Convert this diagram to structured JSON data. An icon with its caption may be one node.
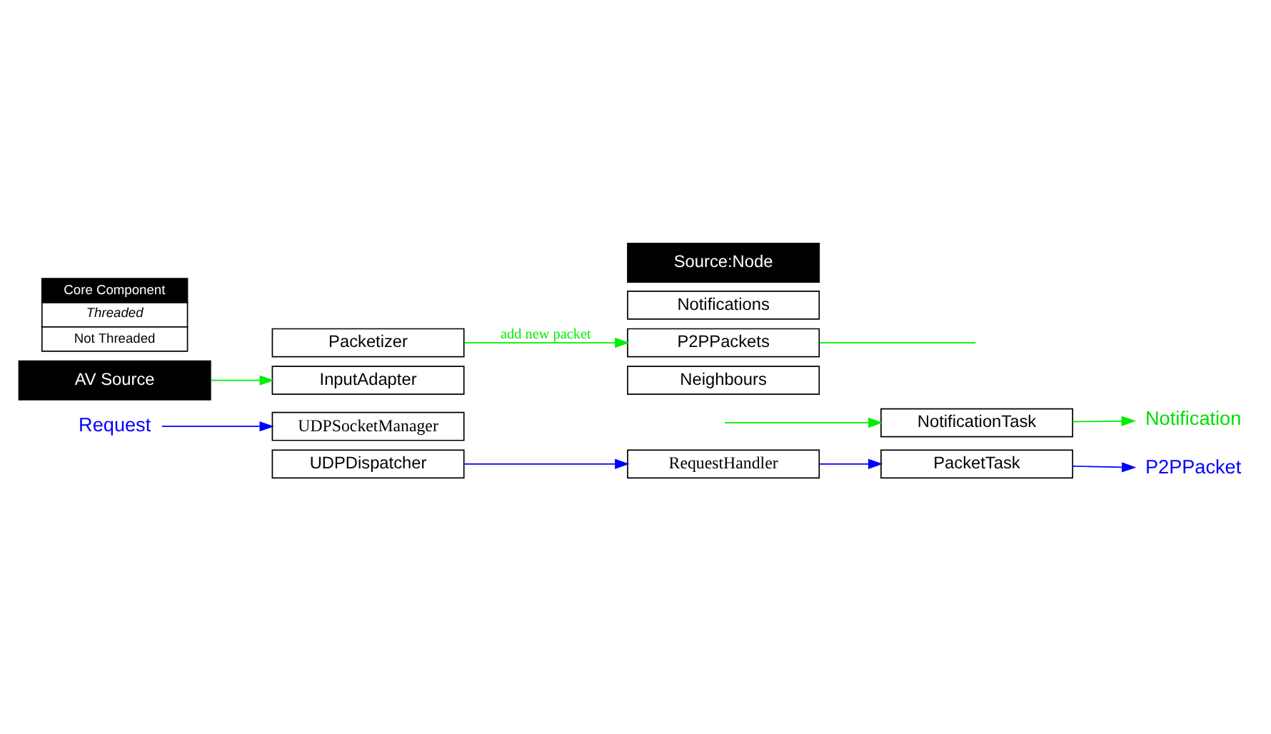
{
  "diagram": {
    "nodes": [
      {
        "text": [
          "Request"
        ]
      },
      {
        "text": [
          "P2PPacket"
        ]
      },
      {
        "text": [
          "Notification"
        ]
      },
      {
        "text": [
          "NotificationTask"
        ]
      },
      {
        "text": [
          "PacketTask"
        ]
      },
      {
        "text": [
          "UDPSocketManager"
        ]
      },
      {
        "text": [
          "UDPDispatcher"
        ]
      },
      {
        "text": [
          "RequestHandler"
        ]
      },
      {
        "text": [
          "Source:Node"
        ]
      },
      {
        "text": [
          "Notifications"
        ]
      },
      {
        "text": [
          "P2PPackets"
        ]
      },
      {
        "text": [
          "Neighbours"
        ]
      },
      {
        "text": [
          "Packetizer"
        ]
      },
      {
        "text": [
          "InputAdapter"
        ]
      },
      {
        "text": [
          "AV Source"
        ]
      }
    ],
    "edges": [
      {
        "from": 0,
        "to": 5,
        "arrow": "to",
        "color": "#0000ff"
      },
      {
        "from": 6,
        "to": 7,
        "arrow": "to",
        "color": "#0000ff"
      },
      {
        "from": 7,
        "to": 4,
        "arrow": "to",
        "color": "#0000ff"
      },
      {
        "from": 4,
        "to": 1,
        "arrow": "to",
        "color": "#0000ff"
      },
      {
        "from": 3,
        "to": 2,
        "arrow": "to"
      },
      {
        "from": null,
        "to": 3,
        "arrow": "to"
      },
      {
        "from": 10,
        "to": null,
        "arrow": "none"
      },
      {
        "from": 12,
        "to": 10,
        "arrow": "to",
        "label": "add new packet"
      },
      {
        "from": 14,
        "to": 13,
        "arrow": "to"
      }
    ],
    "legend": [
      {
        "text": "Core Component",
        "color": "#000000"
      },
      {
        "text": "Threaded"
      },
      {
        "text": "Not Threaded"
      }
    ]
  }
}
